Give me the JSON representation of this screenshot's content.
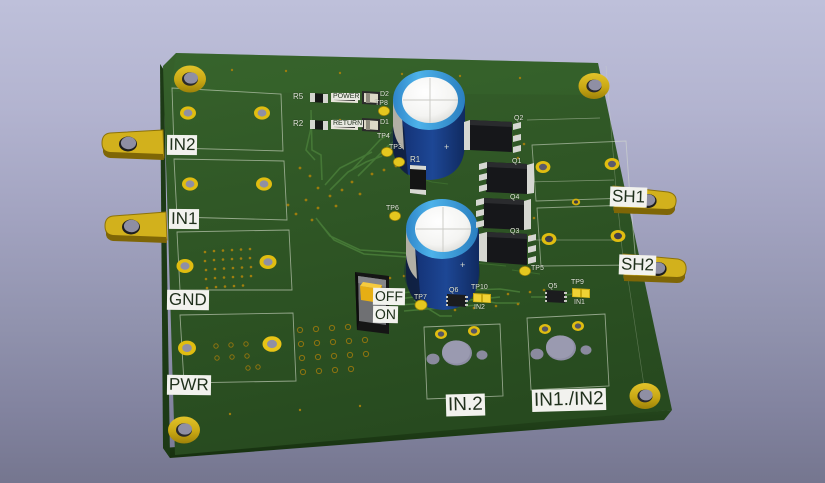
{
  "scene": {
    "type": "3d-pcb-render",
    "subject": "Printed circuit board 3D view",
    "background_top_color": "#bec0da",
    "background_bottom_color": "#75768f",
    "board_color": "#2e5425",
    "pad_color": "#d9b400",
    "capacitor_color": "#1b3f86",
    "capacitor_sleeve_color": "#3aa0e0"
  },
  "silkscreen": {
    "connector_labels": [
      {
        "id": "in2-left",
        "text": "IN2"
      },
      {
        "id": "in1-left",
        "text": "IN1"
      },
      {
        "id": "gnd",
        "text": "GND"
      },
      {
        "id": "pwr",
        "text": "PWR"
      },
      {
        "id": "sh1",
        "text": "SH1"
      },
      {
        "id": "sh2",
        "text": "SH2"
      },
      {
        "id": "in2-bottom",
        "text": "IN.2"
      },
      {
        "id": "in1-in2-bottom",
        "text": "IN1./IN2"
      }
    ],
    "switch_labels": {
      "off": "OFF",
      "on": "ON"
    },
    "reference_designators": [
      {
        "id": "R5",
        "text": "R5"
      },
      {
        "id": "R2",
        "text": "R2"
      },
      {
        "id": "R1",
        "text": "R1"
      },
      {
        "id": "D1",
        "text": "D1"
      },
      {
        "id": "D2",
        "text": "D2"
      },
      {
        "id": "Q1",
        "text": "Q1"
      },
      {
        "id": "Q2",
        "text": "Q2"
      },
      {
        "id": "Q3",
        "text": "Q3"
      },
      {
        "id": "Q4",
        "text": "Q4"
      },
      {
        "id": "Q5",
        "text": "Q5"
      },
      {
        "id": "Q6",
        "text": "Q6"
      }
    ],
    "test_points": [
      {
        "id": "TP3",
        "text": "TP3"
      },
      {
        "id": "TP4",
        "text": "TP4"
      },
      {
        "id": "TP5",
        "text": "TP5"
      },
      {
        "id": "TP6",
        "text": "TP6"
      },
      {
        "id": "TP7",
        "text": "TP7"
      },
      {
        "id": "TP8",
        "text": "TP8"
      },
      {
        "id": "TP9",
        "text": "TP9"
      },
      {
        "id": "TP10",
        "text": "TP10"
      }
    ],
    "small_net_labels": [
      {
        "id": "in1-net",
        "text": "IN1"
      },
      {
        "id": "in2-net",
        "text": "IN2"
      }
    ],
    "smd_marking_top": "POWER",
    "smd_marking_bottom": "RETURN"
  }
}
